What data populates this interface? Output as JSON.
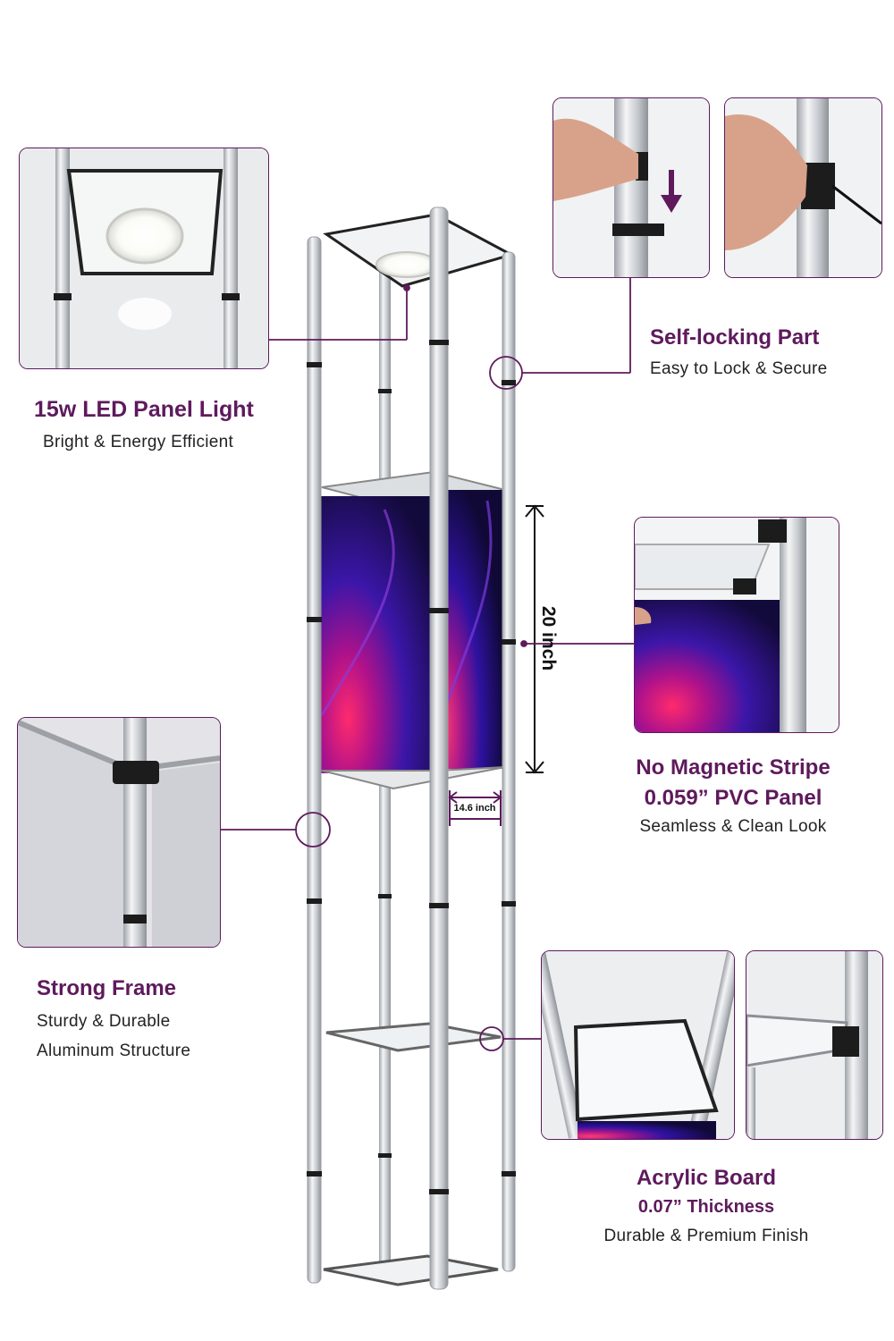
{
  "features": {
    "led": {
      "title": "15w LED Panel Light",
      "subtitle": "Bright & Energy Efficient"
    },
    "lock": {
      "title": "Self-locking Part",
      "subtitle": "Easy to Lock & Secure"
    },
    "panel": {
      "title_line1": "No Magnetic Stripe",
      "title_line2": "0.059” PVC Panel",
      "subtitle": "Seamless & Clean Look"
    },
    "frame": {
      "title": "Strong Frame",
      "subtitle_line1": "Sturdy & Durable",
      "subtitle_line2": "Aluminum Structure"
    },
    "acrylic": {
      "title": "Acrylic Board",
      "title_line2": "0.07” Thickness",
      "subtitle": "Durable & Premium Finish"
    }
  },
  "dimensions": {
    "height": "20 inch",
    "width": "14.6 inch"
  },
  "icons": [
    "led-panel-detail-icon",
    "self-locking-detail-icon",
    "arrow-down-icon",
    "pvc-panel-detail-icon",
    "frame-joint-detail-icon",
    "acrylic-board-detail-icon"
  ],
  "colors": {
    "accent": "#5e1a5c",
    "frame": "#c9ccd1",
    "panel_dark": "#1a0b3d",
    "panel_glow": "#ff2a6d"
  }
}
